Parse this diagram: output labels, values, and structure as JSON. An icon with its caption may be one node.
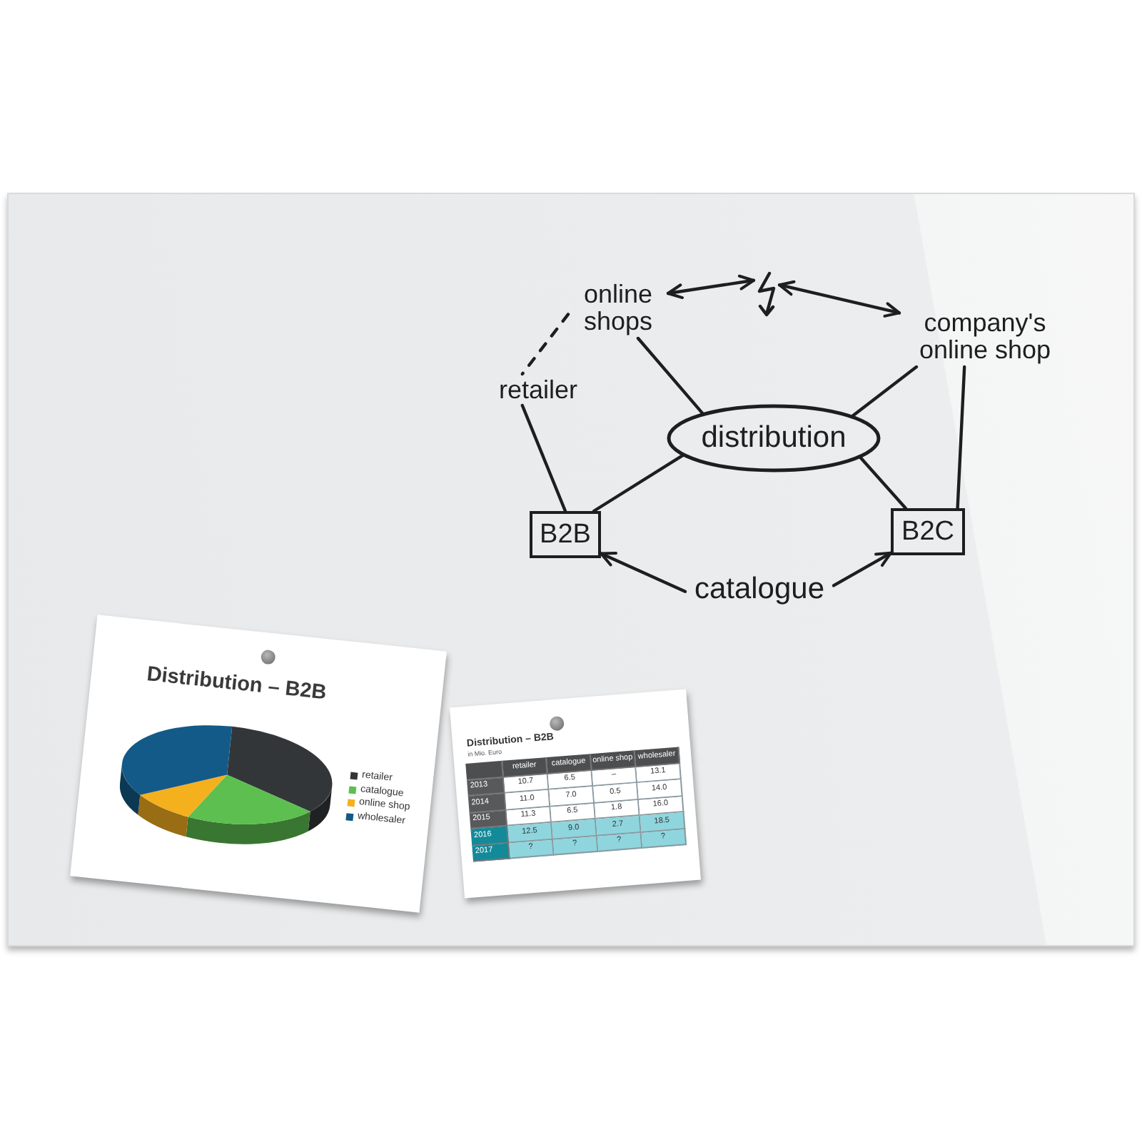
{
  "diagram": {
    "nodes": [
      {
        "text": [
          "online shops"
        ]
      },
      {
        "text": [],
        "shape": "lightning"
      },
      {
        "text": [
          "company's online shop"
        ]
      },
      {
        "text": [
          "retailer"
        ]
      },
      {
        "text": [
          "distribution"
        ]
      },
      {
        "text": [
          "B2B"
        ]
      },
      {
        "text": [
          "B2C"
        ]
      },
      {
        "text": [
          "catalogue"
        ]
      },
      {
        "text": [
          "Distribution – B2B"
        ]
      },
      {
        "text": [
          "Distribution – B2B",
          "in Mio. Euro"
        ]
      }
    ],
    "edges": [
      {
        "from": 0,
        "to": 1,
        "arrow": "both"
      },
      {
        "from": 1,
        "to": 2,
        "arrow": "both"
      },
      {
        "from": 0,
        "to": 3,
        "arrow": "none",
        "style": "dashed"
      },
      {
        "from": 3,
        "to": 5,
        "arrow": "none"
      },
      {
        "from": 0,
        "to": 4,
        "arrow": "none"
      },
      {
        "from": 2,
        "to": 4,
        "arrow": "none"
      },
      {
        "from": 4,
        "to": 5,
        "arrow": "none"
      },
      {
        "from": 4,
        "to": 6,
        "arrow": "none"
      },
      {
        "from": 2,
        "to": 6,
        "arrow": "none"
      },
      {
        "from": 7,
        "to": 5,
        "arrow": "to"
      },
      {
        "from": 7,
        "to": 6,
        "arrow": "to"
      }
    ],
    "labels": [
      "retailer",
      "catalogue",
      "online shop",
      "wholesaler",
      "2013",
      "10.7",
      "6.5",
      "–",
      "13.1",
      "2014",
      "11.0",
      "7.0",
      "0.5",
      "14.0",
      "2015",
      "11.3",
      "6.5",
      "1.8",
      "16.0",
      "2016",
      "12.5",
      "9.0",
      "2.7",
      "18.5",
      "2017",
      "?",
      "?",
      "?",
      "?"
    ],
    "legend": [
      {
        "text": "retailer",
        "color": "#333639"
      },
      {
        "text": "catalogue",
        "color": "#5cbf4f"
      },
      {
        "text": "online shop",
        "color": "#f5b01e"
      },
      {
        "text": "wholesaler",
        "color": "#135a88"
      }
    ]
  }
}
